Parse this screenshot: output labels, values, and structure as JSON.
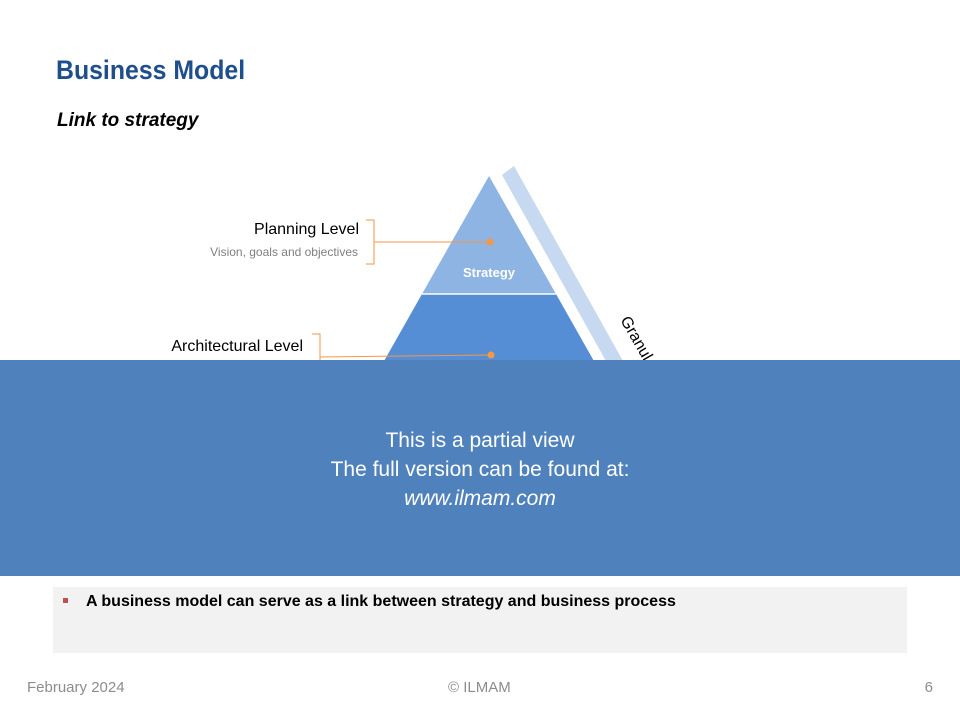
{
  "slide": {
    "title": "Business Model",
    "subtitle": "Link to strategy"
  },
  "diagram": {
    "levels": [
      {
        "label": "Planning Level",
        "sub": "Vision, goals and objectives"
      },
      {
        "label": "Architectural Level"
      }
    ],
    "pyramid_top_label": "Strategy",
    "granularity_label": "Granul",
    "colors": {
      "top": "#8eb4e3",
      "middle": "#558ed5",
      "band": "#c6d9f1",
      "connector": "#f79646"
    }
  },
  "overlay": {
    "line1": "This is a partial view",
    "line2": "The full version can be found at:",
    "url": "www.ilmam.com",
    "color": "#4f81bd"
  },
  "note": {
    "text": "A business model can serve as a link between strategy and business process"
  },
  "footer": {
    "date": "February 2024",
    "copyright": "© ILMAM",
    "page": "6"
  }
}
